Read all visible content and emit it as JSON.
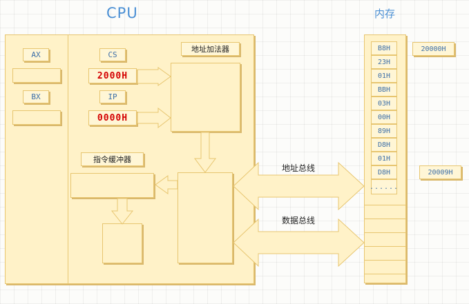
{
  "cpu": {
    "title": "CPU",
    "registers": [
      {
        "name": "AX",
        "value": ""
      },
      {
        "name": "BX",
        "value": ""
      }
    ],
    "cs": {
      "label": "CS",
      "value": "2000H"
    },
    "ip": {
      "label": "IP",
      "value": "0000H"
    },
    "adder_label": "地址加法器",
    "buffer_label": "指令缓冲器"
  },
  "memory": {
    "title": "内存",
    "cells": [
      "B8H",
      "23H",
      "01H",
      "BBH",
      "03H",
      "00H",
      "89H",
      "D8H",
      "01H",
      "D8H"
    ],
    "dots": "......",
    "start_address": "20000H",
    "end_address": "20009H"
  },
  "buses": {
    "address_bus": "地址总线",
    "data_bus": "数据总线"
  },
  "colors": {
    "fill": "#fff2c8",
    "border": "#e7c56f",
    "shadow": "#d9b86c",
    "title": "#4a8fd4",
    "register_value": "#d40000",
    "mono_text": "#3d6fa8"
  }
}
